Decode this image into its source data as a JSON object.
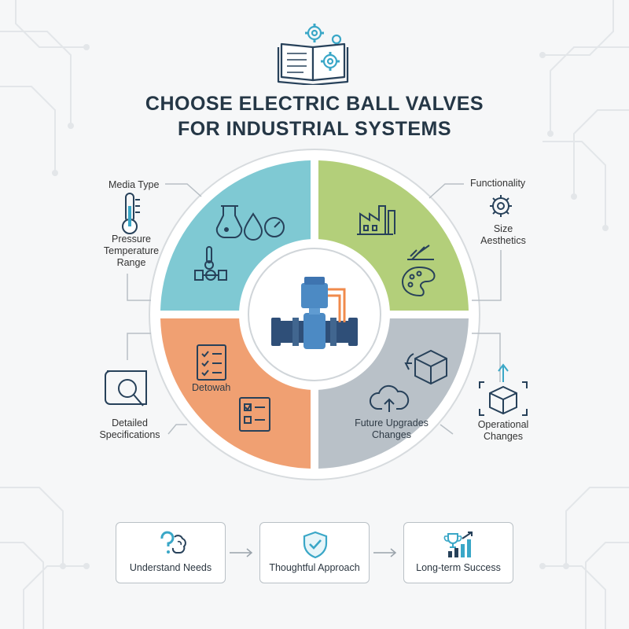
{
  "title_lines": [
    "CHOOSE ELECTRIC BALL VALVES",
    "FOR INDUSTRIAL SYSTEMS"
  ],
  "side_labels": {
    "media_type": "Media Type",
    "pressure_lines": [
      "Pressure",
      "Temperature",
      "Range"
    ],
    "functionality": "Functionality",
    "size_aesthetics_lines": [
      "Size",
      "Aesthetics"
    ],
    "detailed_specifications_lines": [
      "Detailed",
      "Specifications"
    ],
    "operational_changes_lines": [
      "Operational",
      "Changes"
    ]
  },
  "segment_labels": {
    "orange": "Detowah",
    "gray_lines": [
      "Future Upgrades",
      "Changes"
    ]
  },
  "steps": [
    {
      "label": "Understand Needs",
      "icon": "question-brain-icon"
    },
    {
      "label": "Thoughtful Approach",
      "icon": "shield-check-icon"
    },
    {
      "label": "Long-term Success",
      "icon": "trophy-chart-icon"
    }
  ],
  "colors": {
    "teal": "#7fc9d3",
    "green": "#b3cf7a",
    "orange": "#f0a072",
    "gray": "#b9c1c8",
    "icon_stroke": "#27415a",
    "valve_blue": "#3e74b0",
    "pipe_orange": "#f08a4b",
    "step_accent": "#3aa7c7"
  }
}
